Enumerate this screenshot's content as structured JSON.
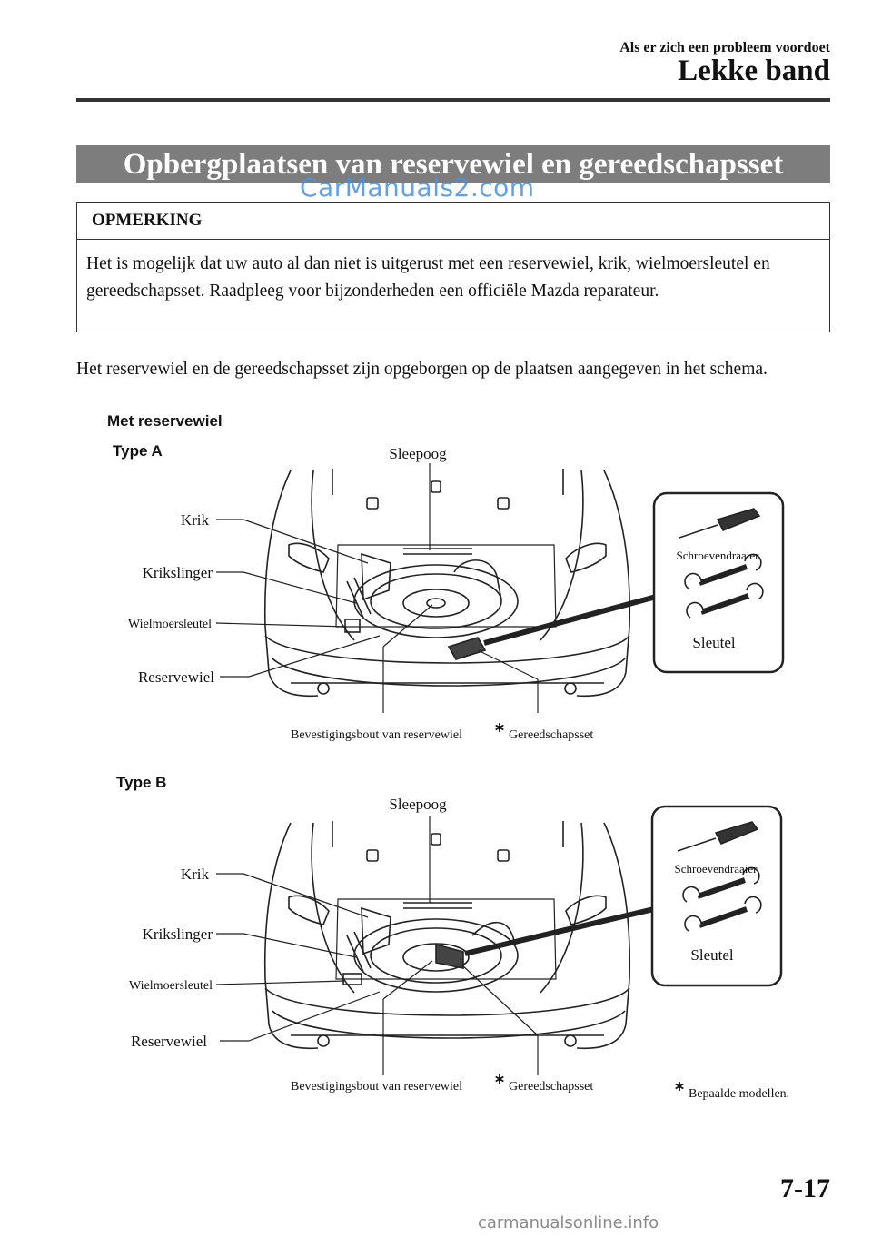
{
  "header": {
    "subtitle": "Als er zich een probleem voordoet",
    "title": "Lekke band"
  },
  "section": {
    "title": "Opbergplaatsen van reservewiel en gereedschapsset",
    "watermark": "CarManuals2.com"
  },
  "note": {
    "heading": "OPMERKING",
    "text": "Het is mogelijk dat uw auto al dan niet is uitgerust met een reservewiel, krik, wielmoersleutel en gereedschapsset. Raadpleeg voor bijzonderheden een officiële Mazda reparateur."
  },
  "intro": "Het reservewiel en de gereedschapsset zijn opgeborgen op de plaatsen aangegeven in het schema.",
  "with_spare_label": "Met reservewiel",
  "diagrams": [
    {
      "type_label": "Type A",
      "labels": {
        "sleepoog": "Sleepoog",
        "krik": "Krik",
        "krikslinger": "Krikslinger",
        "wielmoersleutel": "Wielmoersleutel",
        "reservewiel": "Reservewiel",
        "bevestigingsbout": "Bevestigingsbout van reservewiel",
        "gereedschapsset": "Gereedschapsset",
        "schroevendraaier": "Schroevendraaier",
        "sleutel": "Sleutel"
      }
    },
    {
      "type_label": "Type B",
      "labels": {
        "sleepoog": "Sleepoog",
        "krik": "Krik",
        "krikslinger": "Krikslinger",
        "wielmoersleutel": "Wielmoersleutel",
        "reservewiel": "Reservewiel",
        "bevestigingsbout": "Bevestigingsbout van reservewiel",
        "gereedschapsset": "Gereedschapsset",
        "schroevendraaier": "Schroevendraaier",
        "sleutel": "Sleutel"
      }
    }
  ],
  "footnote": "Bepaalde modellen.",
  "page_number": "7-17",
  "footer_watermark": "carmanualsonline.info"
}
